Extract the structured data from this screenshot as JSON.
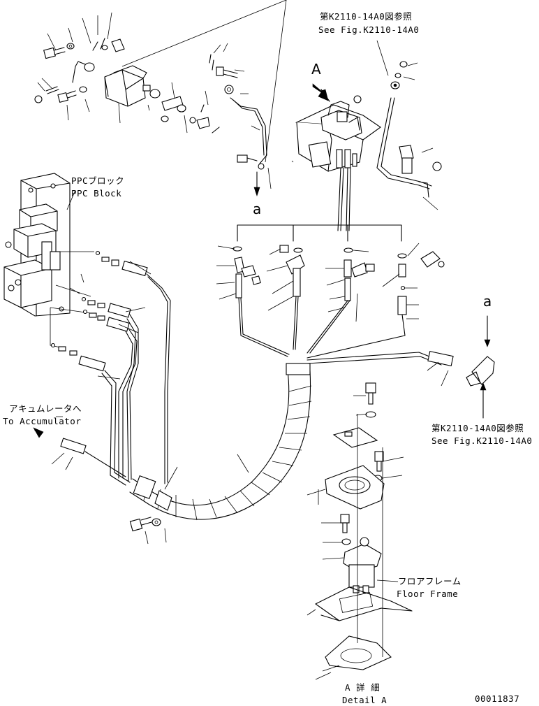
{
  "drawing_id": "00011837",
  "labels": {
    "ref_top_jp": "第K2110-14A0図参照",
    "ref_top_en": "See Fig.K2110-14A0",
    "ref_right_jp": "第K2110-14A0図参照",
    "ref_right_en": "See Fig.K2110-14A0",
    "ppc_jp": "PPCブロック",
    "ppc_en": "PPC Block",
    "acc_jp": "アキュムレータへ",
    "acc_en": "To Accumulator",
    "floor_jp": "フロアフレーム",
    "floor_en": "Floor Frame",
    "detail_jp": "A 詳 細",
    "detail_en": "Detail A",
    "view_a": "A",
    "mark_a_left": "a",
    "mark_a_right": "a"
  }
}
